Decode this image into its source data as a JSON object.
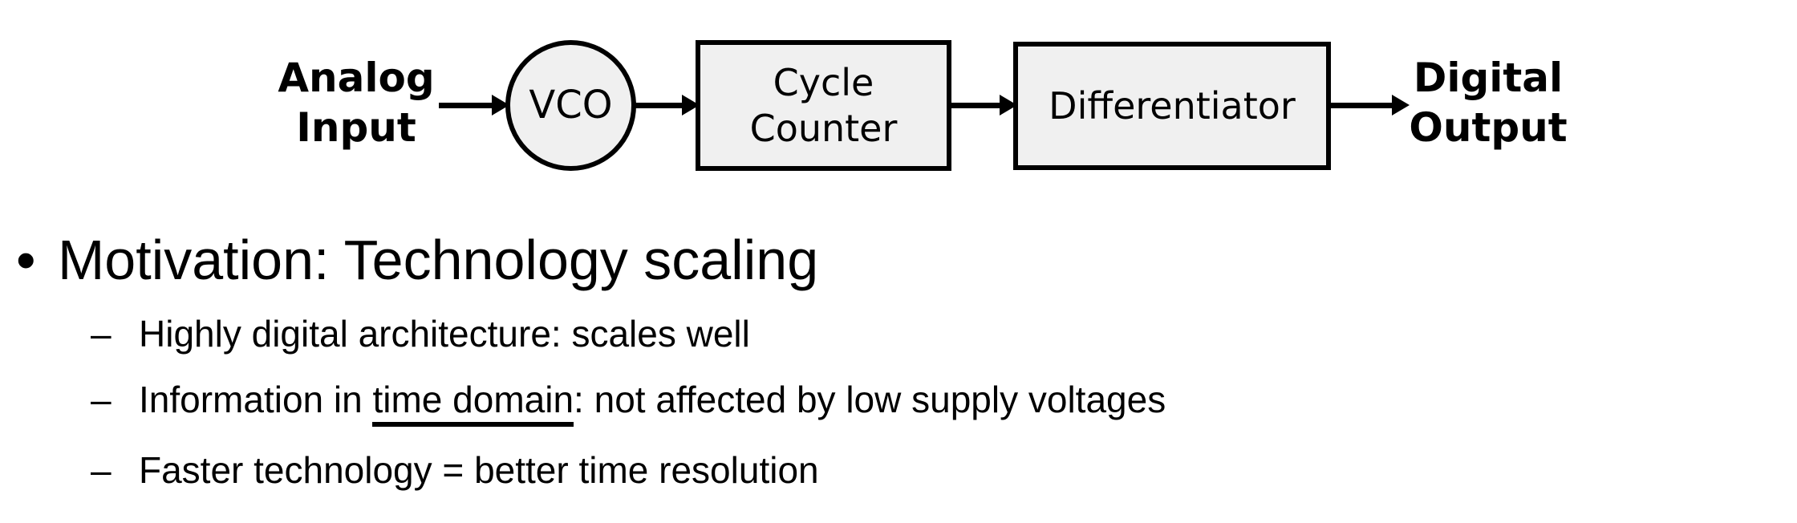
{
  "diagram": {
    "shape_fill": "#f0f0f0",
    "stroke_color": "#000000",
    "input_label": {
      "line1": "Analog",
      "line2": "Input"
    },
    "vco_label": "VCO",
    "cycle_counter_label": {
      "line1": "Cycle",
      "line2": "Counter"
    },
    "differentiator_label": "Differentiator",
    "output_label": {
      "line1": "Digital",
      "line2": "Output"
    }
  },
  "bullets": {
    "main": {
      "marker": "•",
      "text": "Motivation: Technology scaling"
    },
    "items": [
      {
        "marker": "–",
        "text": "Highly digital architecture: scales well"
      },
      {
        "marker": "–",
        "text_pre": "Information in ",
        "text_underlined": "time domain",
        "text_post": ": not affected by low supply voltages"
      },
      {
        "marker": "–",
        "text": "Faster technology = better time resolution"
      }
    ]
  }
}
